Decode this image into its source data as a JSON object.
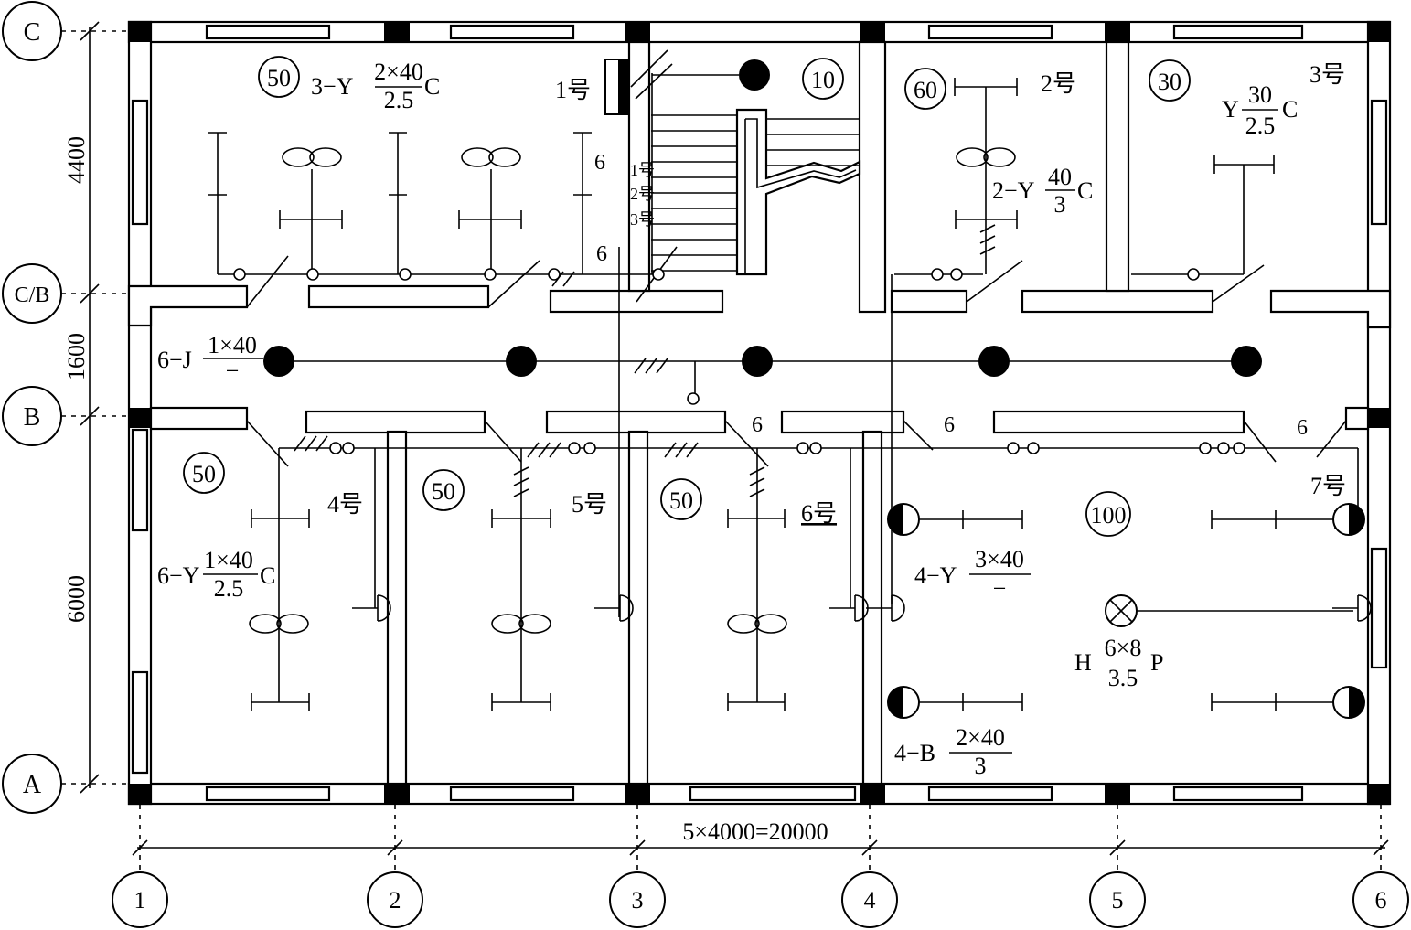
{
  "axes": {
    "rows": [
      "C",
      "C/B",
      "B",
      "A"
    ],
    "cols": [
      "1",
      "2",
      "3",
      "4",
      "5",
      "6"
    ]
  },
  "dims": {
    "v1": "4400",
    "v2": "1600",
    "v3": "6000",
    "total": "5×4000=20000"
  },
  "rooms": {
    "r1": "50",
    "r_stair": "10",
    "r2": "60",
    "r3": "30",
    "r4": "50",
    "r5": "50",
    "r6": "50",
    "r7": "100"
  },
  "room_labels": {
    "n1": "1号",
    "n2": "2号",
    "n3": "3号",
    "n4": "4号",
    "n5": "5号",
    "n6": "6号",
    "n7": "7号"
  },
  "stair_labels": [
    "1号",
    "2号",
    "3号"
  ],
  "wire_counts": {
    "w6": "6"
  },
  "lamp_labels": {
    "l1_pre": "3−Y",
    "l1_num": "2×40",
    "l1_den": "2.5",
    "l1_post": "C",
    "l2_pre": "2−Y",
    "l2_num": "40",
    "l2_den": "3",
    "l2_post": "C",
    "l3_pre": "Y",
    "l3_num": "30",
    "l3_den": "2.5",
    "l3_post": "C",
    "l4_pre": "6−J",
    "l4_num": "1×40",
    "l4_den": "−",
    "l5_pre": "6−Y",
    "l5_num": "1×40",
    "l5_den": "2.5",
    "l5_post": "C",
    "l6_pre": "4−Y",
    "l6_num": "3×40",
    "l6_den": "−",
    "l7_pre": "H",
    "l7_num": "6×8",
    "l7_den": "3.5",
    "l7_post": "P",
    "l8_pre": "4−B",
    "l8_num": "2×40",
    "l8_den": "3"
  }
}
